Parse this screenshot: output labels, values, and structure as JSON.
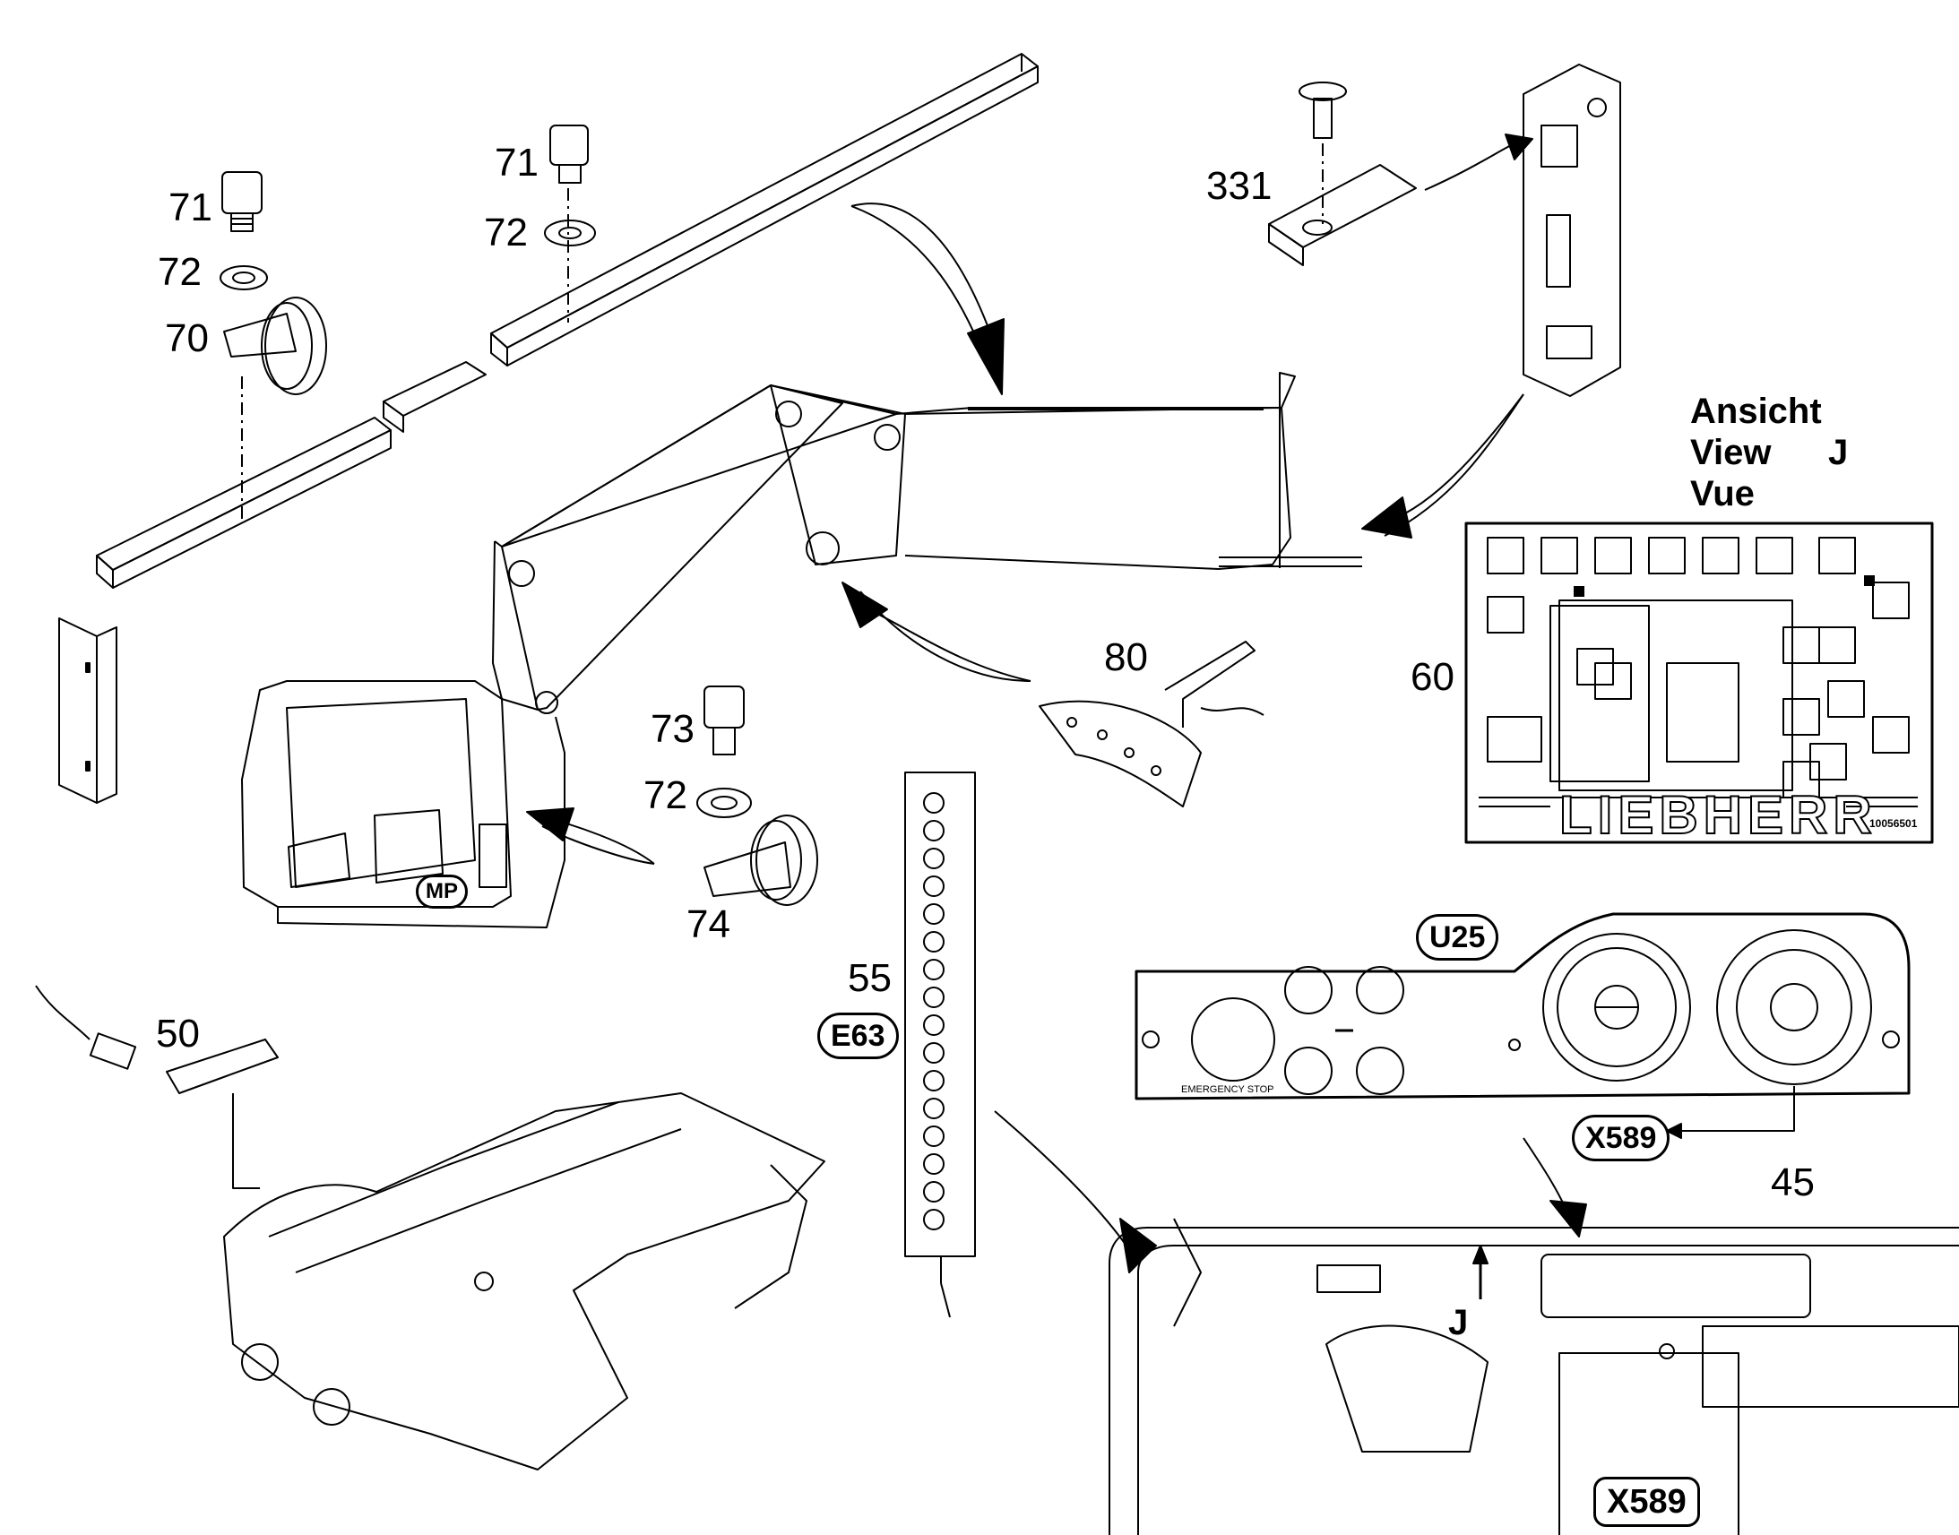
{
  "diagram": {
    "part_numbers": {
      "p71a": "71",
      "p72a": "72",
      "p70": "70",
      "p71b": "71",
      "p72b": "72",
      "p331": "331",
      "p80": "80",
      "p60": "60",
      "p73": "73",
      "p72c": "72",
      "p74": "74",
      "p55": "55",
      "p50": "50",
      "p45": "45"
    },
    "badges": {
      "mp": "MP",
      "e63": "E63",
      "u25": "U25",
      "x589_a": "X589",
      "x589_b": "X589"
    },
    "view_label": {
      "line1": "Ansicht",
      "line2": "View",
      "line3": "Vue",
      "letter": "J"
    },
    "view_arrow_letter": "J",
    "decal": {
      "brand": "LIEBHERR",
      "code": "10056501"
    },
    "panel_text": {
      "emergency_stop": "EMERGENCY STOP"
    }
  }
}
